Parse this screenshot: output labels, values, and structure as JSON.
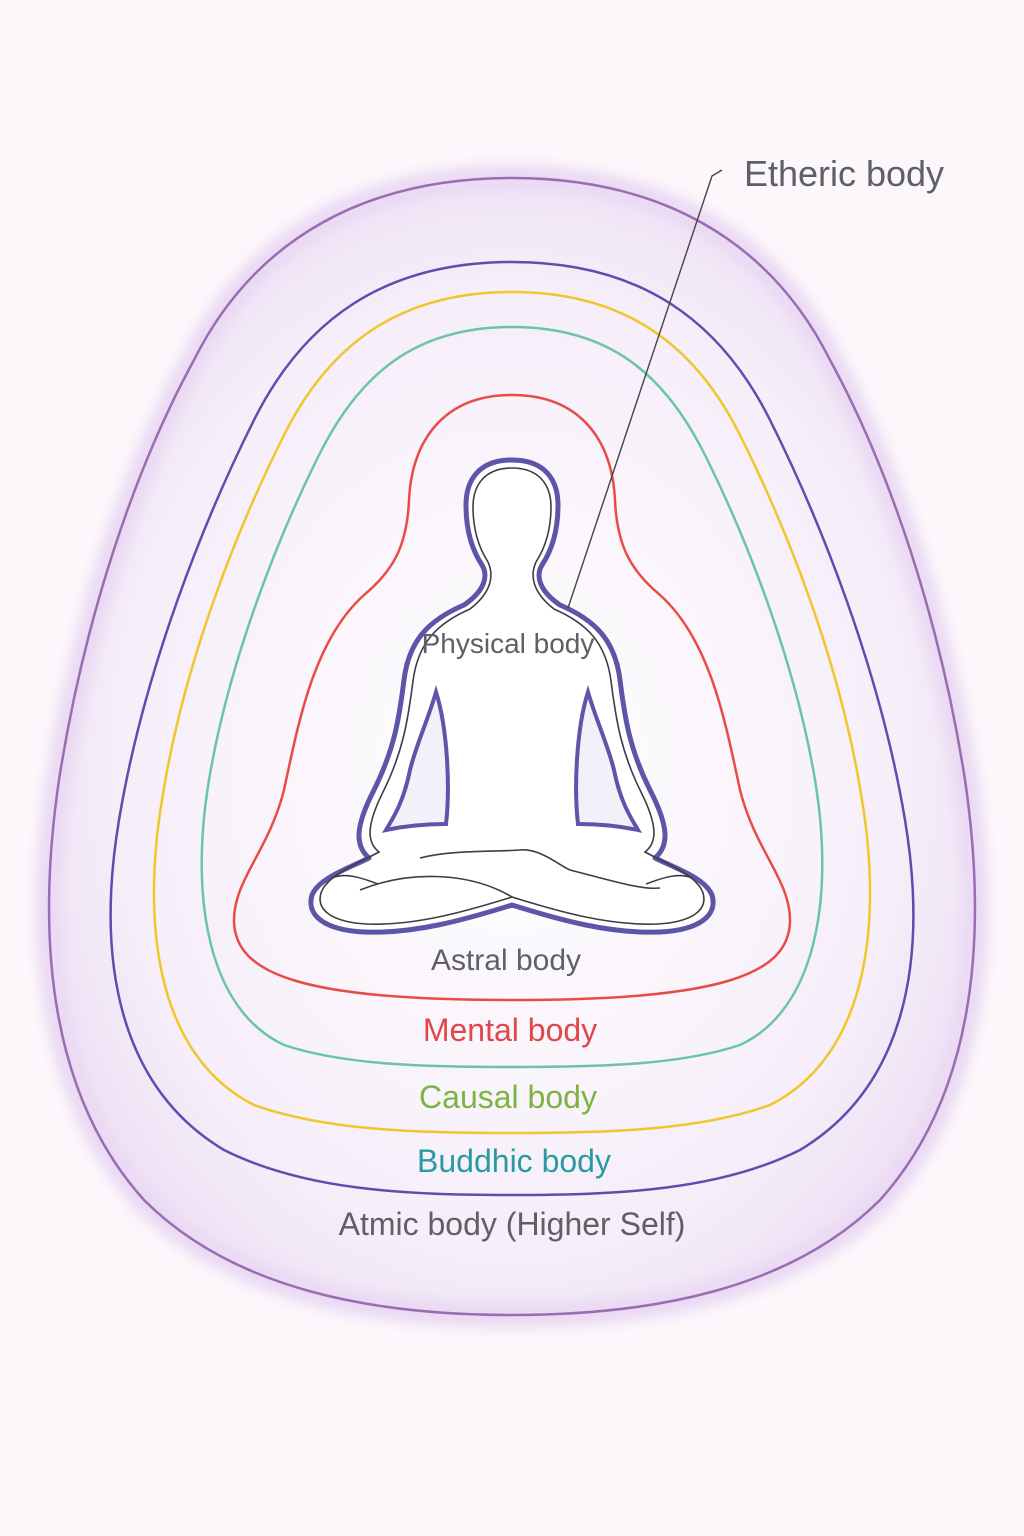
{
  "labels": {
    "etheric": "Etheric body",
    "physical": "Physical body",
    "astral": "Astral body",
    "mental": "Mental body",
    "causal": "Causal body",
    "buddhic": "Buddhic body",
    "atmic": "Atmic body (Higher Self)"
  },
  "colors": {
    "background": "#fbf7fb",
    "atmic_ring": "#9a6cb0",
    "atmic_glow": "#ead9f3",
    "buddhic_ring": "#5a4fae",
    "causal_ring": "#f0c62a",
    "mental_ring": "#6cc4a6",
    "astral_ring": "#e84c47",
    "figure_outline": "#5c55a8",
    "label_gray": "#5f5f66",
    "label_mental": "#e0474a",
    "label_causal": "#7cb342",
    "label_buddhic": "#2a9aa0"
  }
}
